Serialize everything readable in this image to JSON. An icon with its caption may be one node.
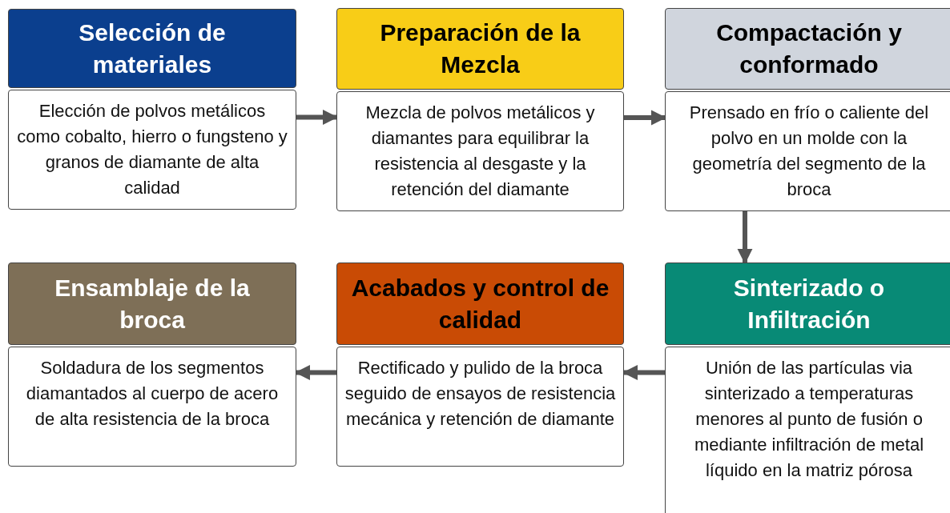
{
  "diagram": {
    "nodes": [
      {
        "text": [
          "Selección de materiales",
          "Elección de polvos metálicos como cobalto, hierro o fungsteno y granos de diamante de alta calidad"
        ]
      },
      {
        "text": [
          "Preparación de la Mezcla",
          "Mezcla de polvos metálicos y diamantes para equilibrar la resistencia al desgaste y la retención del diamante"
        ]
      },
      {
        "text": [
          "Compactación y conformado",
          "Prensado en frío o caliente del polvo en un molde con la geometría del segmento de la broca"
        ]
      },
      {
        "text": [
          "Ensamblaje de la broca",
          "Soldadura de los segmentos diamantados al cuerpo de acero de alta resistencia de la broca"
        ]
      },
      {
        "text": [
          "Acabados y control de calidad",
          "Rectificado y pulido de la broca seguido de ensayos de resistencia mecánica y retención de diamante"
        ]
      },
      {
        "text": [
          "Sinterizado o Infiltración",
          "Unión de las partículas via sinterizado a temperaturas menores al punto de fusión o mediante infiltración de metal líquido en la matriz pórosa"
        ]
      }
    ],
    "edges": [
      {
        "from": 0,
        "to": 1,
        "arrow": "to"
      },
      {
        "from": 1,
        "to": 2,
        "arrow": "to"
      },
      {
        "from": 2,
        "to": 5,
        "arrow": "to"
      },
      {
        "from": 5,
        "to": 4,
        "arrow": "to"
      },
      {
        "from": 4,
        "to": 3,
        "arrow": "to"
      }
    ]
  }
}
